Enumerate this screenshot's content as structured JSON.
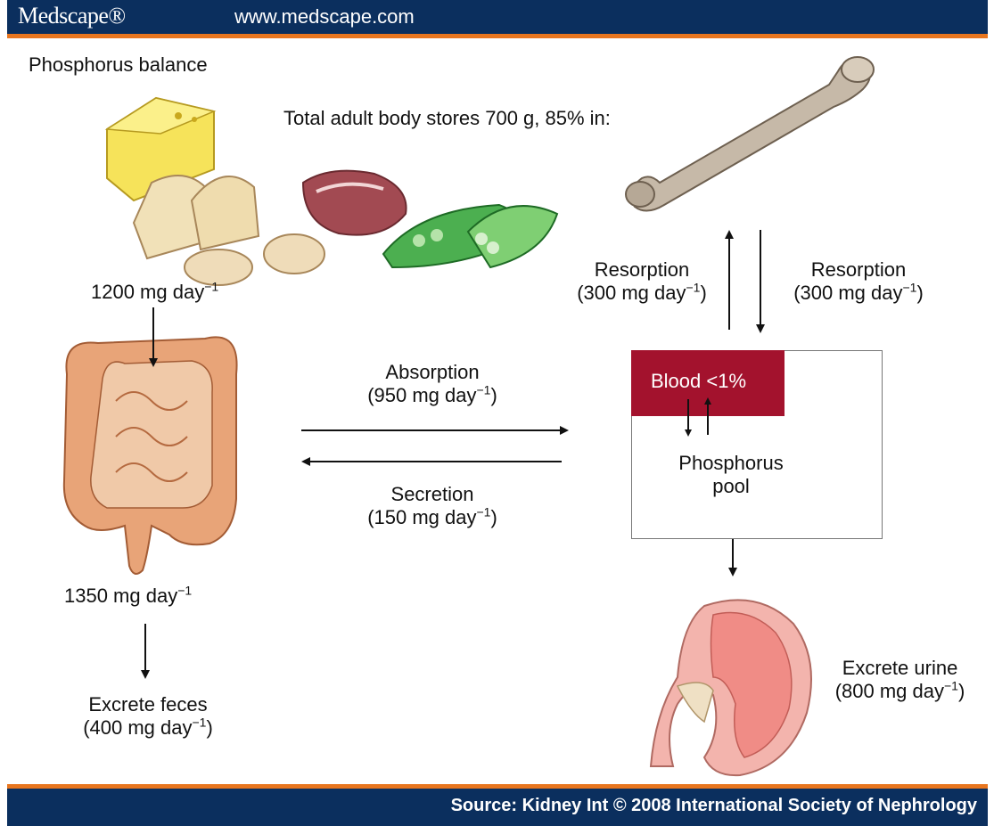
{
  "header": {
    "brand": "Medscape®",
    "url": "www.medscape.com"
  },
  "footer": {
    "source": "Source: Kidney Int © 2008 International Society of Nephrology"
  },
  "diagram": {
    "title": "Phosphorus balance",
    "body_stores": "Total adult body stores 700 g, 85% in:",
    "intake": {
      "value": "1200 mg day",
      "exp": "−1"
    },
    "bone_resorption_up": {
      "label": "Resorption",
      "value": "(300 mg day",
      "exp": "−1",
      "close": ")"
    },
    "bone_resorption_down": {
      "label": "Resorption",
      "value": "(300 mg day",
      "exp": "−1",
      "close": ")"
    },
    "absorption": {
      "label": "Absorption",
      "value": "(950 mg day",
      "exp": "−1",
      "close": ")"
    },
    "secretion": {
      "label": "Secretion",
      "value": "(150 mg day",
      "exp": "−1",
      "close": ")"
    },
    "blood": "Blood <1%",
    "pool": {
      "line1": "Phosphorus",
      "line2": "pool"
    },
    "gut_output": {
      "value": "1350 mg day",
      "exp": "−1"
    },
    "feces": {
      "label": "Excrete feces",
      "value": "(400 mg day",
      "exp": "−1",
      "close": ")"
    },
    "urine": {
      "label": "Excrete urine",
      "value": "(800 mg day",
      "exp": "−1",
      "close": ")"
    }
  }
}
